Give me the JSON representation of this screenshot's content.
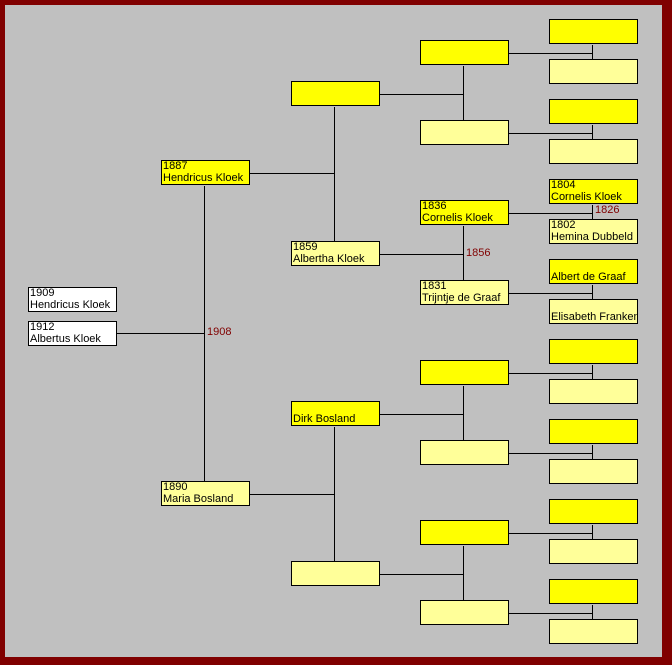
{
  "colors": {
    "male": "#ffff00",
    "female": "#ffff99",
    "child": "#ffffff",
    "background": "#c0c0c0",
    "frame": "#800000",
    "marriage_text": "#800000"
  },
  "children": [
    {
      "year": "1909",
      "name": "Hendricus Kloek"
    },
    {
      "year": "1912",
      "name": "Albertus Kloek"
    }
  ],
  "generations": [
    [
      {
        "year": "1887",
        "name": "Hendricus Kloek"
      },
      {
        "year": "1890",
        "name": "Maria Bosland"
      }
    ],
    [
      {
        "year": "",
        "name": ""
      },
      {
        "year": "1859",
        "name": "Albertha Kloek"
      },
      {
        "year": "",
        "name": "Dirk Bosland"
      },
      {
        "year": "",
        "name": ""
      }
    ],
    [
      {
        "year": "",
        "name": ""
      },
      {
        "year": "",
        "name": ""
      },
      {
        "year": "1836",
        "name": "Cornelis Kloek"
      },
      {
        "year": "1831",
        "name": "Trijntje de Graaf"
      },
      {
        "year": "",
        "name": ""
      },
      {
        "year": "",
        "name": ""
      },
      {
        "year": "",
        "name": ""
      },
      {
        "year": "",
        "name": ""
      }
    ],
    [
      {
        "year": "",
        "name": ""
      },
      {
        "year": "",
        "name": ""
      },
      {
        "year": "",
        "name": ""
      },
      {
        "year": "",
        "name": ""
      },
      {
        "year": "1804",
        "name": "Cornelis Kloek"
      },
      {
        "year": "1802",
        "name": "Hemina Dubbeld"
      },
      {
        "year": "",
        "name": "Albert de Graaf"
      },
      {
        "year": "",
        "name": "Elisabeth Franken"
      },
      {
        "year": "",
        "name": ""
      },
      {
        "year": "",
        "name": ""
      },
      {
        "year": "",
        "name": ""
      },
      {
        "year": "",
        "name": ""
      },
      {
        "year": "",
        "name": ""
      },
      {
        "year": "",
        "name": ""
      },
      {
        "year": "",
        "name": ""
      },
      {
        "year": "",
        "name": ""
      }
    ]
  ],
  "marriages": [
    [
      "1908"
    ],
    [
      "",
      ""
    ],
    [
      "",
      "1856",
      "",
      ""
    ],
    [
      "",
      "",
      "1826",
      "",
      "",
      "",
      "",
      ""
    ]
  ]
}
